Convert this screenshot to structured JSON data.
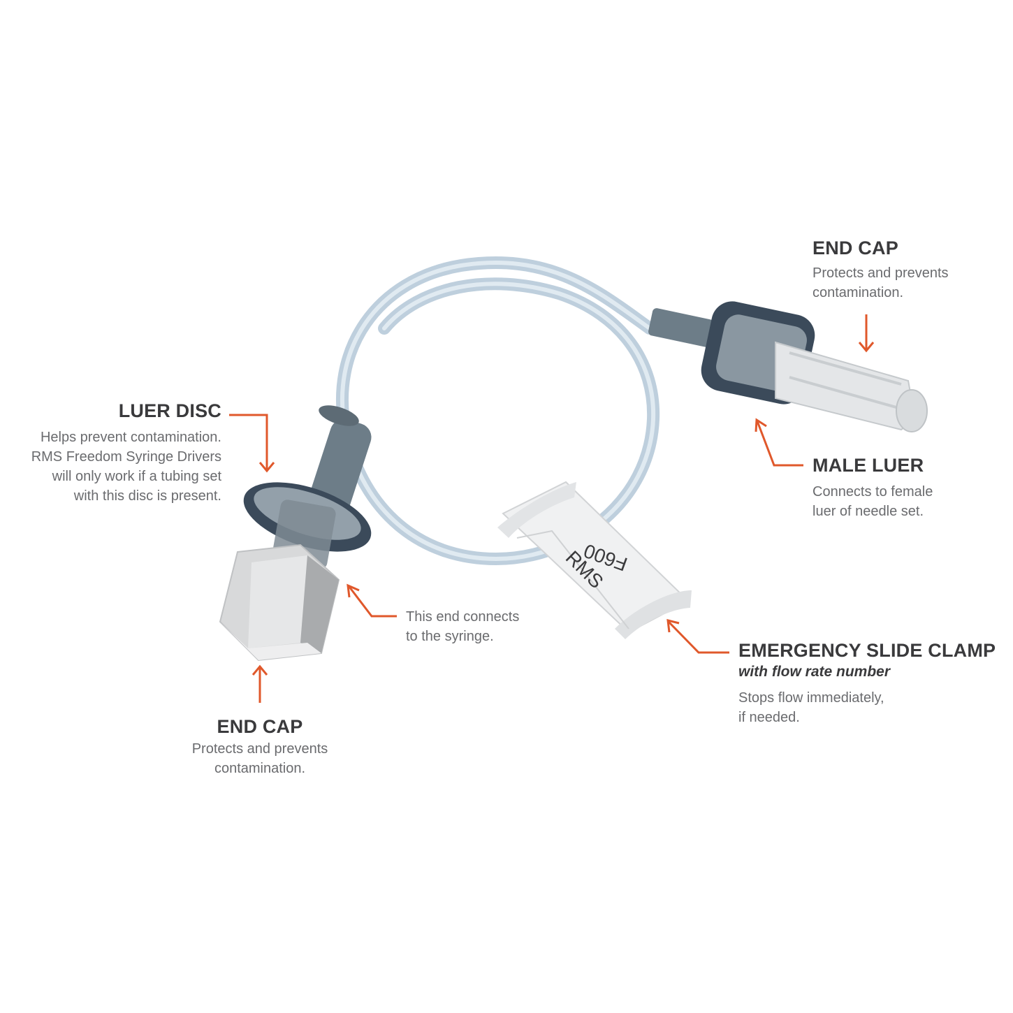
{
  "colors": {
    "accent_arrow": "#e0582b",
    "tubing": "#b7cad9",
    "dark_cap": "#3b4a5a",
    "grey_body": "#6d7d88",
    "white_cap": "#d8d9da"
  },
  "clamp_text": {
    "brand": "RMS",
    "rate": "F600"
  },
  "labels": {
    "end_cap_top": {
      "title": "END CAP",
      "desc": "Protects and prevents\ncontamination."
    },
    "luer_disc": {
      "title": "LUER DISC",
      "desc": "Helps prevent contamination.\nRMS Freedom Syringe Drivers\nwill only work if a tubing set\nwith this disc is present."
    },
    "male_luer": {
      "title": "MALE LUER",
      "desc": "Connects to female\nluer of needle set."
    },
    "syringe_end": {
      "desc": "This end connects\nto the syringe."
    },
    "slide_clamp": {
      "title": "EMERGENCY SLIDE CLAMP",
      "subtitle": "with flow rate number",
      "desc": "Stops flow immediately,\nif needed."
    },
    "end_cap_bottom": {
      "title": "END CAP",
      "desc": "Protects and prevents\ncontamination."
    }
  }
}
